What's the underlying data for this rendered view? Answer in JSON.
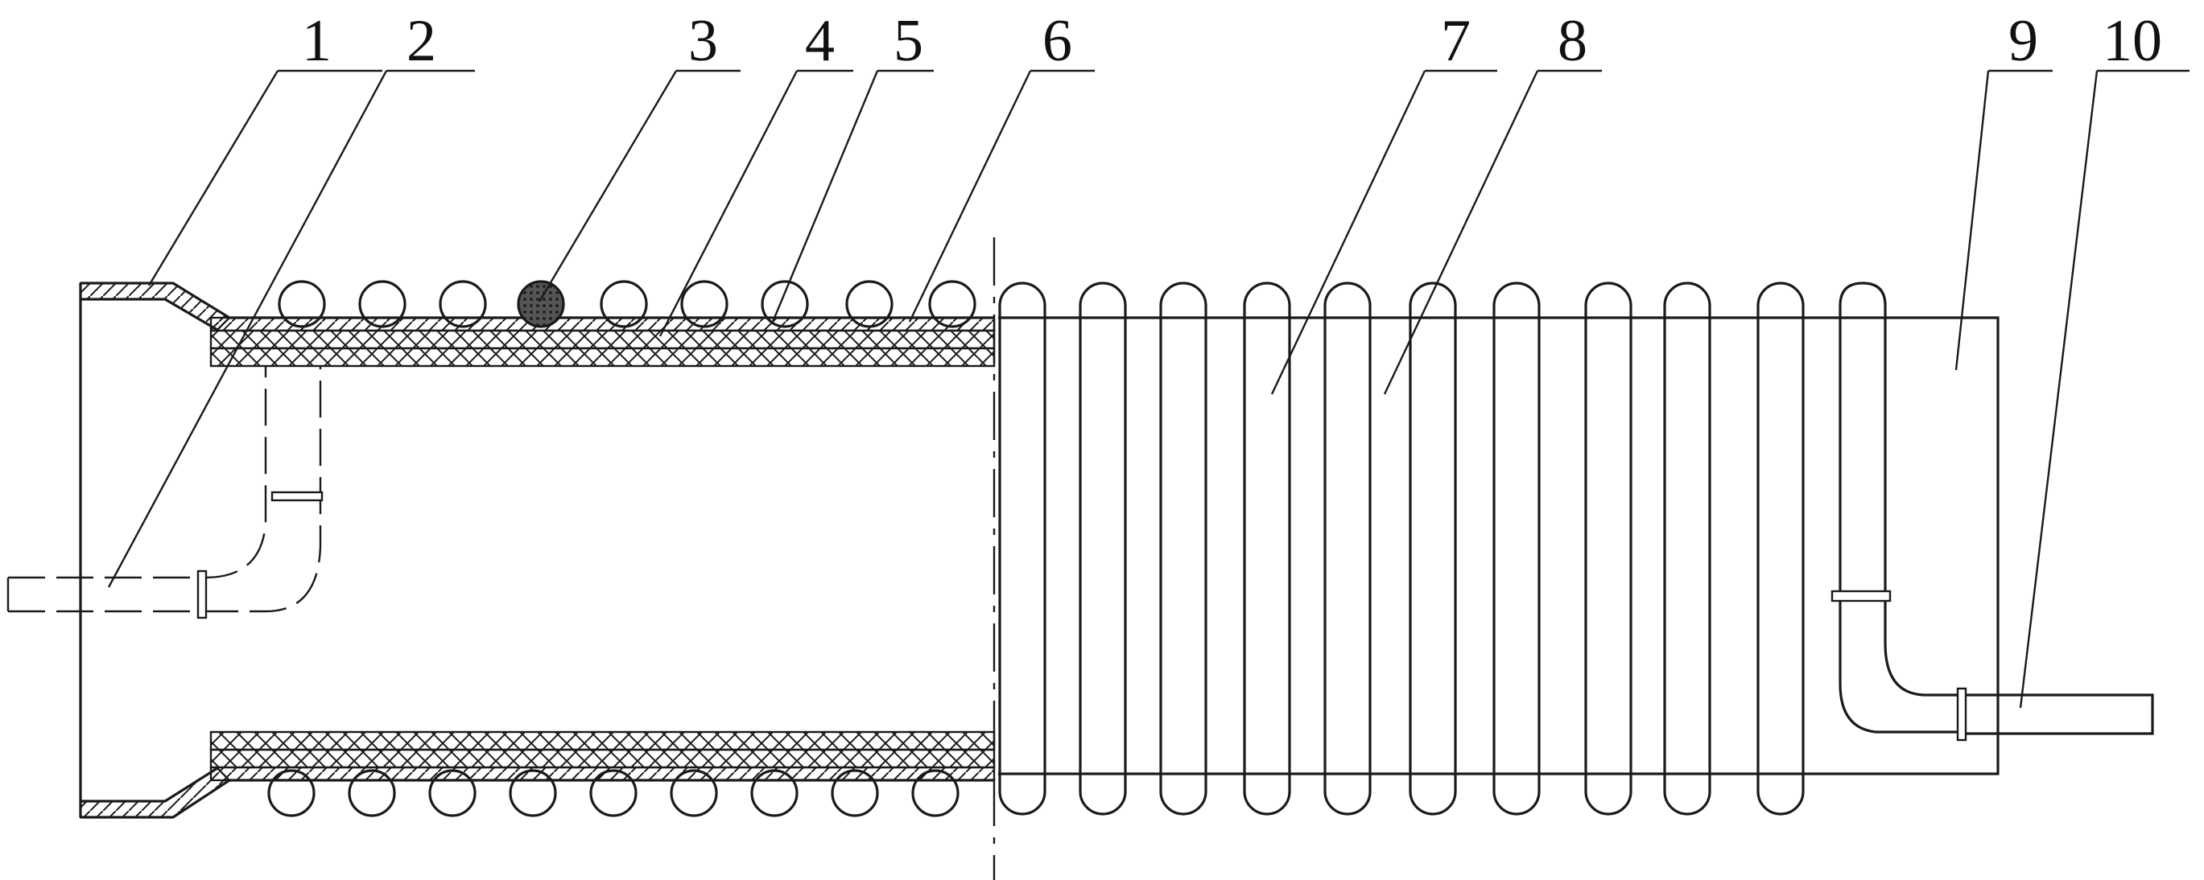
{
  "figure": {
    "callouts": [
      {
        "id": "1",
        "label": "1"
      },
      {
        "id": "2",
        "label": "2"
      },
      {
        "id": "3",
        "label": "3"
      },
      {
        "id": "4",
        "label": "4"
      },
      {
        "id": "5",
        "label": "5"
      },
      {
        "id": "6",
        "label": "6"
      },
      {
        "id": "7",
        "label": "7"
      },
      {
        "id": "8",
        "label": "8"
      },
      {
        "id": "9",
        "label": "9"
      },
      {
        "id": "10",
        "label": "10"
      }
    ]
  },
  "colors": {
    "line": "#1a1a1a",
    "hatch": "#1a1a1a",
    "background": "#ffffff",
    "highlight_coil": "#333333"
  }
}
